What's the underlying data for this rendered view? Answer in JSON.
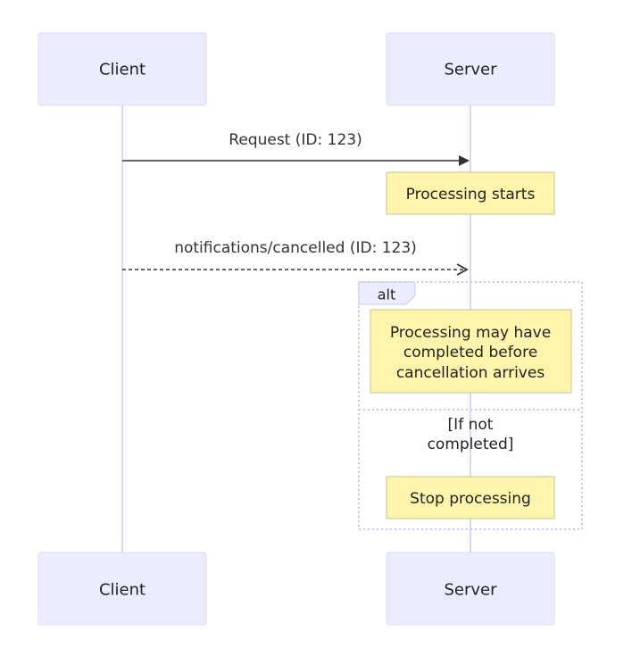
{
  "actors": {
    "client": "Client",
    "server": "Server"
  },
  "messages": [
    {
      "label": "Request (ID: 123)",
      "style": "solid"
    },
    {
      "label": "notifications/cancelled (ID: 123)",
      "style": "dashed"
    }
  ],
  "notes": {
    "processing_starts": "Processing starts",
    "maybe_completed": [
      "Processing may have",
      "completed before",
      "cancellation arrives"
    ],
    "stop_processing": "Stop processing"
  },
  "alt": {
    "label": "alt",
    "condition": [
      "[If not",
      "completed]"
    ]
  },
  "colors": {
    "actor_fill": "#ECECFF",
    "note_fill": "#fff5ad",
    "line": "#333333"
  }
}
